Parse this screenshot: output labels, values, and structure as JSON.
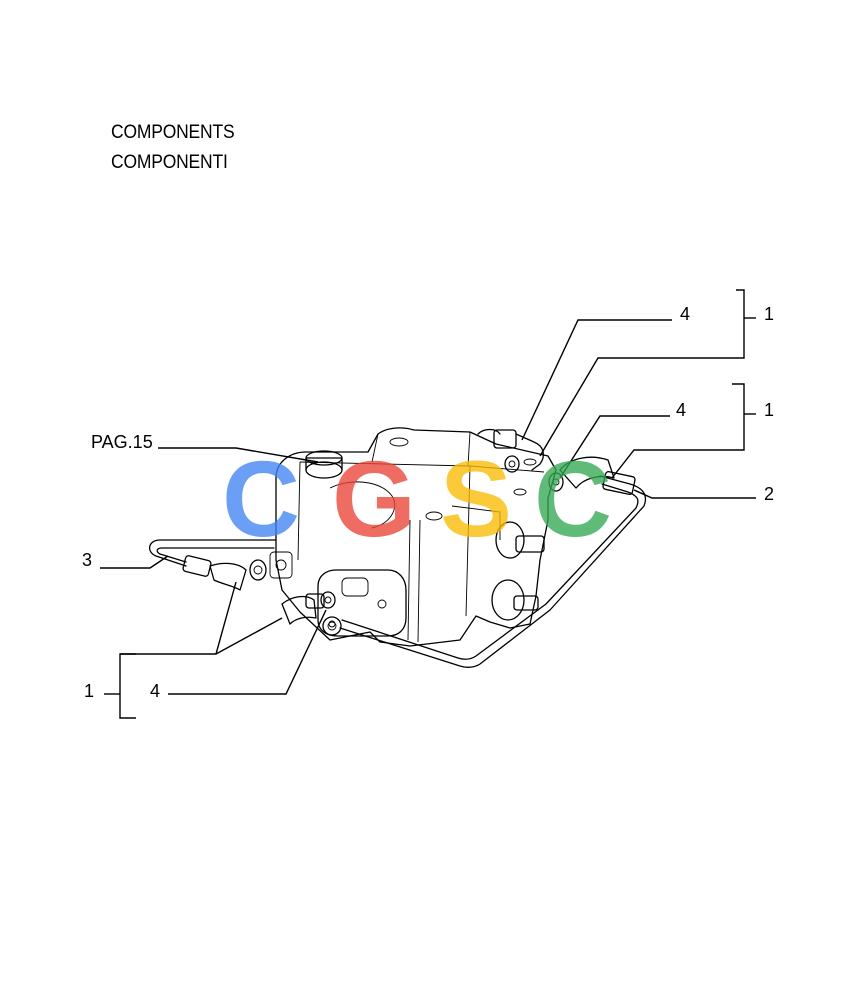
{
  "header": {
    "title_en": "COMPONENTS",
    "title_it": "COMPONENTI"
  },
  "callouts": {
    "pag_ref": "PAG.15",
    "top_right_upper_item": "4",
    "top_right_upper_group": "1",
    "top_right_lower_item": "4",
    "top_right_lower_group": "1",
    "right_pipe": "2",
    "left_pipe": "3",
    "bottom_left_group": "1",
    "bottom_left_item": "4"
  },
  "watermark": {
    "letters": [
      "C",
      "G",
      "S",
      "C"
    ],
    "colors": [
      "#4285F4",
      "#EA4335",
      "#FBBC05",
      "#34A853"
    ]
  }
}
